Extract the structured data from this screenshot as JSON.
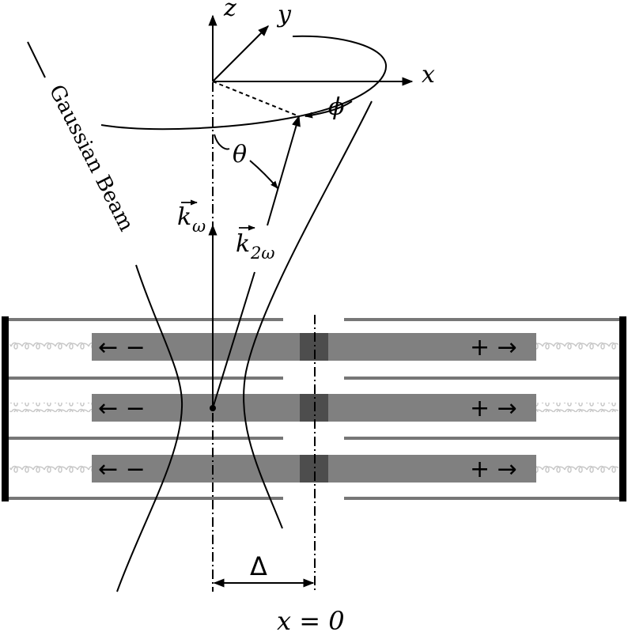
{
  "labels": {
    "z": "z",
    "y": "y",
    "x": "x",
    "phi": "ϕ",
    "theta": "θ",
    "k_omega_base": "k",
    "k_omega_sub": "ω",
    "k_2omega_base": "k",
    "k_2omega_sub": "2ω",
    "gaussian_beam": "Gaussian Beam",
    "delta": "Δ",
    "x_equals_zero": "x = 0"
  },
  "fiber_signs": {
    "left": "← −",
    "right": "+ →"
  },
  "colors": {
    "line": "#000000",
    "fiber_gray": "#808080",
    "gap_block": "#4d4d4d",
    "wall_gray": "#777777",
    "spring": "#c8c8c8"
  }
}
